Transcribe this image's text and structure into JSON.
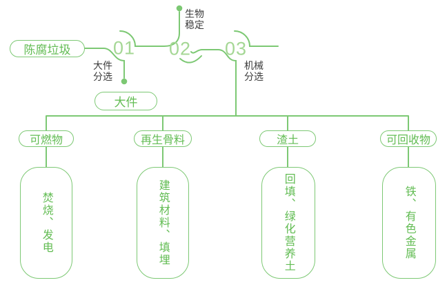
{
  "colors": {
    "line": "#7cc873",
    "number": "#a5d795",
    "node_text": "#62bc53",
    "caption_text": "#3b3b3b",
    "background": "#ffffff"
  },
  "diagram": {
    "source": {
      "label": "陈腐垃圾"
    },
    "steps": [
      {
        "number": "01",
        "caption": "大件分选",
        "output": "大件"
      },
      {
        "number": "02",
        "caption": "生物稳定"
      },
      {
        "number": "03",
        "caption": "机械分选"
      }
    ],
    "branches": [
      {
        "category": "可燃物",
        "products": "焚烧、发电"
      },
      {
        "category": "再生骨料",
        "products": "建筑材料、填埋"
      },
      {
        "category": "渣土",
        "products": "回填、绿化营养土"
      },
      {
        "category": "可回收物",
        "products": "铁、有色金属"
      }
    ]
  }
}
